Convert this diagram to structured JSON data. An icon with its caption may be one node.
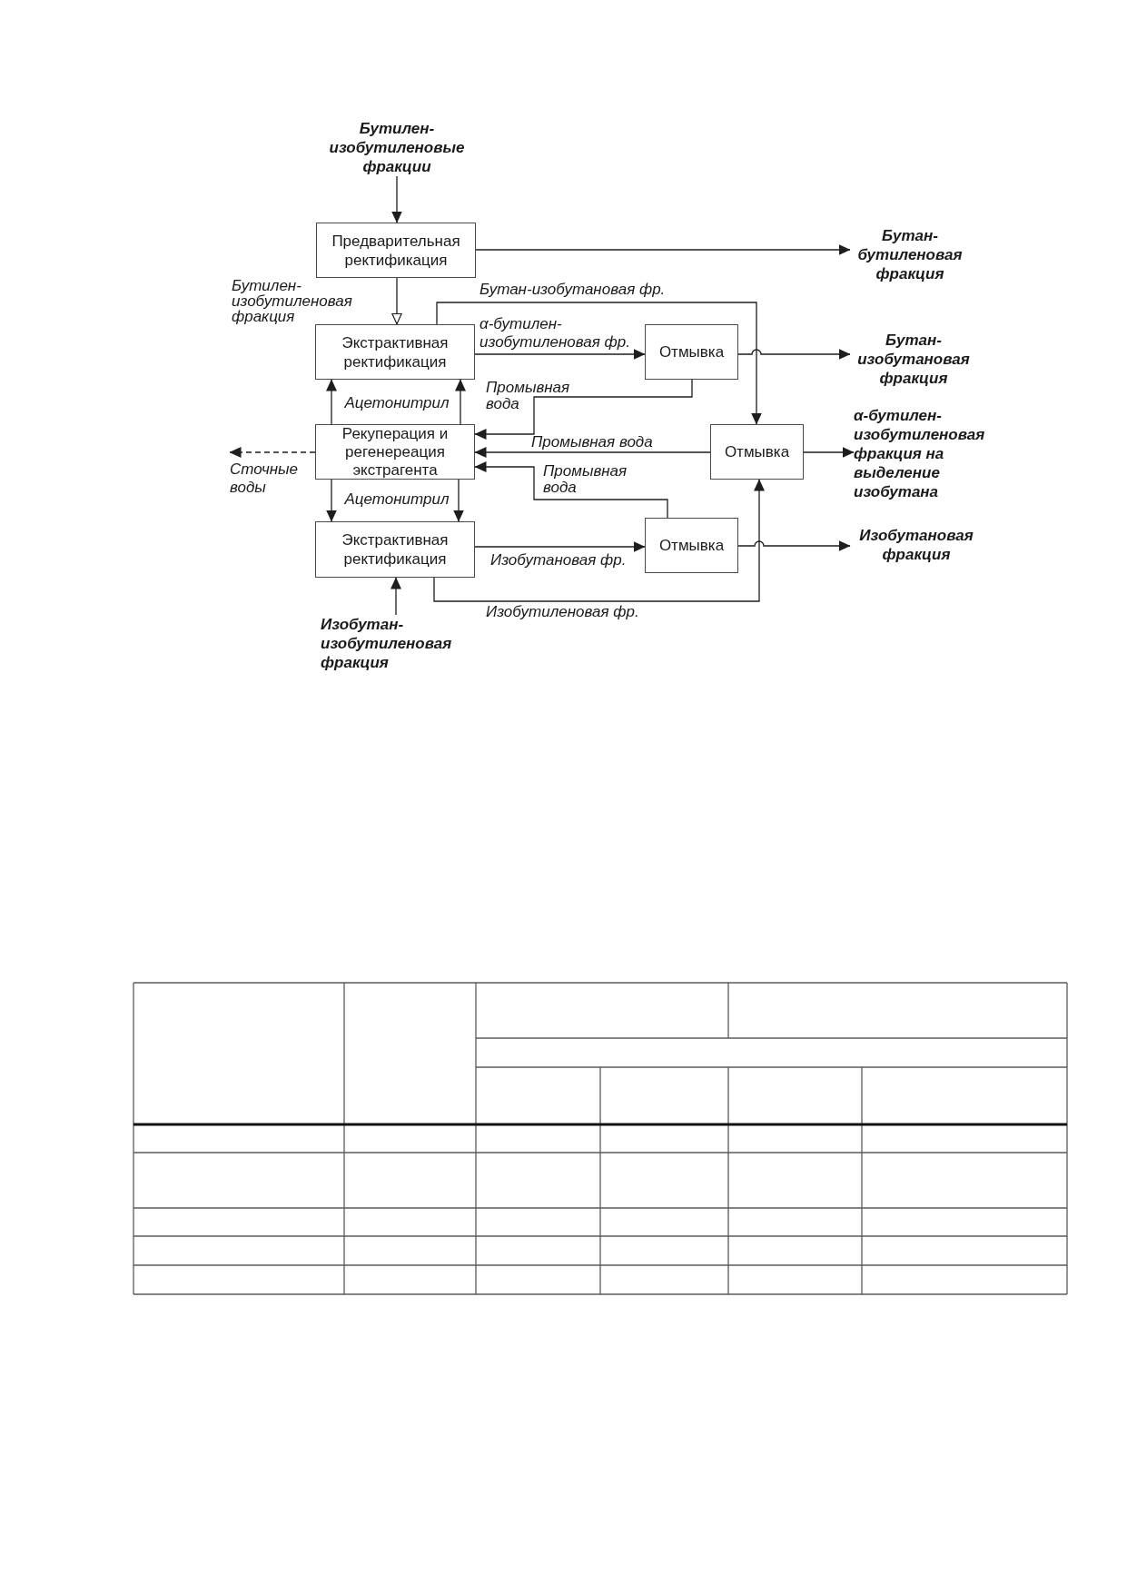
{
  "diagram": {
    "nodes": [
      {
        "text": [
          "Бутилен- изобутиленовые фракции"
        ]
      },
      {
        "text": [
          "Предварительная ректификация"
        ]
      },
      {
        "text": [
          "Бутан- бутиленовая фракция"
        ]
      },
      {
        "text": [
          "Экстрактивная ректификация"
        ]
      },
      {
        "text": [
          "Отмывка"
        ]
      },
      {
        "text": [
          "Бутан- изобутановая фракция"
        ]
      },
      {
        "text": [
          "Рекуперация и регенереация экстрагента"
        ]
      },
      {
        "text": [
          "Отмывка"
        ]
      },
      {
        "text": [
          "α-бутилен- изобутиленовая фракция на выделение изобутана"
        ]
      },
      {
        "text": [
          "Сточные воды"
        ]
      },
      {
        "text": [
          "Экстрактивная ректификация"
        ]
      },
      {
        "text": [
          "Отмывка"
        ]
      },
      {
        "text": [
          "Изобутановая фракция"
        ]
      },
      {
        "text": [
          "Изобутан- изобутиленовая фракция"
        ]
      }
    ],
    "edges": [
      {
        "from": 0,
        "to": 1,
        "arrow": "to"
      },
      {
        "from": 1,
        "to": 3,
        "arrow": "to",
        "label": "Бутилен- изобутиленовая фракция"
      },
      {
        "from": 1,
        "to": 2,
        "arrow": "to"
      },
      {
        "from": 3,
        "to": 7,
        "arrow": "to",
        "label": "Бутан-изобутановая фр."
      },
      {
        "from": 3,
        "to": 4,
        "arrow": "to",
        "label": "α-бутилен- изобутиленовая фр."
      },
      {
        "from": 4,
        "to": 5,
        "arrow": "to"
      },
      {
        "from": 4,
        "to": 6,
        "arrow": "to",
        "label": "Промывная вода"
      },
      {
        "from": 6,
        "to": 3,
        "arrow": "to",
        "label": "Ацетонитрил"
      },
      {
        "from": 6,
        "to": 3,
        "arrow": "to"
      },
      {
        "from": 7,
        "to": 6,
        "arrow": "to",
        "label": "Промывная вода"
      },
      {
        "from": 7,
        "to": 8,
        "arrow": "to"
      },
      {
        "from": 6,
        "to": 9,
        "arrow": "to",
        "style": "dashed"
      },
      {
        "from": 11,
        "to": 6,
        "arrow": "to",
        "label": "Промывная вода"
      },
      {
        "from": 6,
        "to": 10,
        "arrow": "to",
        "label": "Ацетонитрил"
      },
      {
        "from": 6,
        "to": 10,
        "arrow": "to"
      },
      {
        "from": 10,
        "to": 11,
        "arrow": "to",
        "label": "Изобутановая фр."
      },
      {
        "from": 11,
        "to": 12,
        "arrow": "to"
      },
      {
        "from": 10,
        "to": 7,
        "arrow": "to",
        "label": "Изобутиленовая фр."
      },
      {
        "from": 13,
        "to": 10,
        "arrow": "to"
      }
    ]
  }
}
